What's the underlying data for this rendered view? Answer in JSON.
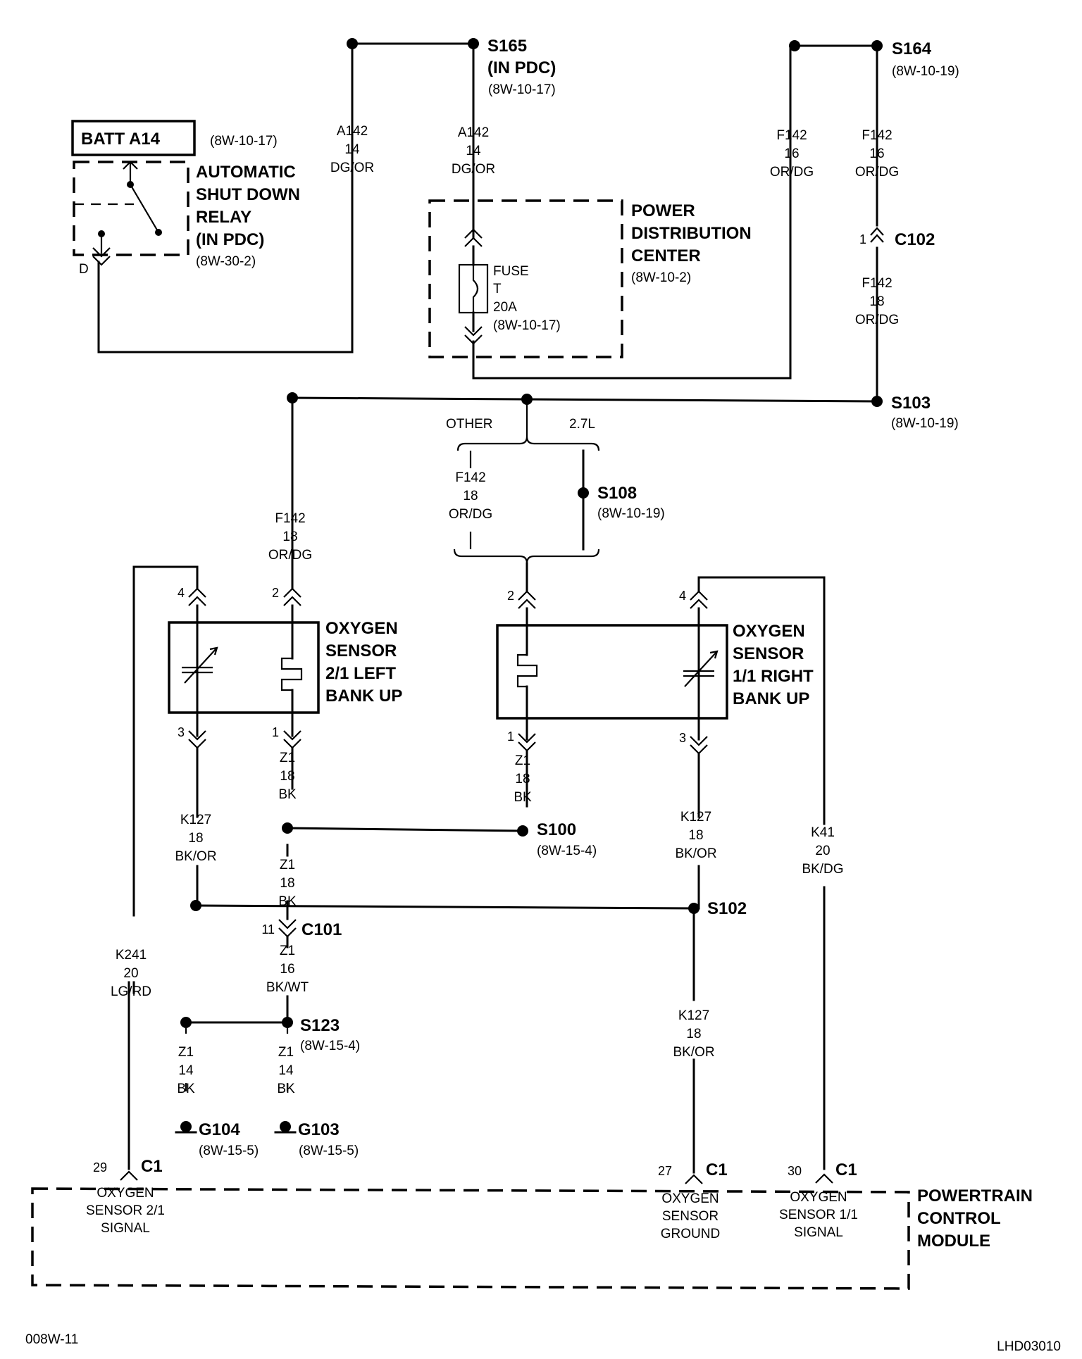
{
  "footer": {
    "left_code": "008W-11",
    "right_code": "LHD03010"
  },
  "splices": {
    "s165": {
      "label": "S165",
      "sub": "(IN PDC)",
      "ref": "(8W-10-17)"
    },
    "s164": {
      "label": "S164",
      "ref": "(8W-10-19)"
    },
    "s103": {
      "label": "S103",
      "ref": "(8W-10-19)"
    },
    "s108": {
      "label": "S108",
      "ref": "(8W-10-19)"
    },
    "s100": {
      "label": "S100",
      "ref": "(8W-15-4)"
    },
    "s102": {
      "label": "S102"
    },
    "s123": {
      "label": "S123",
      "ref": "(8W-15-4)"
    }
  },
  "grounds": {
    "g104": {
      "label": "G104",
      "ref": "(8W-15-5)"
    },
    "g103": {
      "label": "G103",
      "ref": "(8W-15-5)"
    }
  },
  "connectors": {
    "c102": {
      "label": "C102",
      "pin": "1"
    },
    "c101": {
      "label": "C101",
      "pin": "11"
    }
  },
  "components": {
    "batt": {
      "label": "BATT A14",
      "ref": "(8W-10-17)"
    },
    "asd_relay": {
      "lines": [
        "AUTOMATIC",
        "SHUT DOWN",
        "RELAY",
        "(IN PDC)"
      ],
      "ref": "(8W-30-2)",
      "pin": "D"
    },
    "pdc": {
      "lines": [
        "POWER",
        "DISTRIBUTION",
        "CENTER"
      ],
      "ref": "(8W-10-2)"
    },
    "fuse": {
      "lines": [
        "FUSE",
        "T",
        "20A",
        "(8W-10-17)"
      ]
    },
    "o2_left": {
      "lines": [
        "OXYGEN",
        "SENSOR",
        "2/1 LEFT",
        "BANK UP"
      ],
      "pins": [
        "4",
        "2",
        "3",
        "1"
      ]
    },
    "o2_right": {
      "lines": [
        "OXYGEN",
        "SENSOR",
        "1/1 RIGHT",
        "BANK UP"
      ],
      "pins": [
        "2",
        "4",
        "1",
        "3"
      ]
    },
    "pcm": {
      "lines": [
        "POWERTRAIN",
        "CONTROL",
        "MODULE"
      ],
      "pins": [
        {
          "num": "29",
          "conn": "C1",
          "lines": [
            "OXYGEN",
            "SENSOR 2/1",
            "SIGNAL"
          ]
        },
        {
          "num": "27",
          "conn": "C1",
          "lines": [
            "OXYGEN",
            "SENSOR",
            "GROUND"
          ]
        },
        {
          "num": "30",
          "conn": "C1",
          "lines": [
            "OXYGEN",
            "SENSOR 1/1",
            "SIGNAL"
          ]
        }
      ]
    }
  },
  "options": {
    "other": "OTHER",
    "l27": "2.7L"
  },
  "wires": {
    "a142_left": [
      "A142",
      "14",
      "DG/OR"
    ],
    "a142_mid": [
      "A142",
      "14",
      "DG/OR"
    ],
    "f142_a": [
      "F142",
      "16",
      "OR/DG"
    ],
    "f142_b": [
      "F142",
      "16",
      "OR/DG"
    ],
    "f142_c": [
      "F142",
      "18",
      "OR/DG"
    ],
    "f142_left": [
      "F142",
      "18",
      "OR/DG"
    ],
    "f142_other": [
      "F142",
      "18",
      "OR/DG"
    ],
    "z1_left_up": [
      "Z1",
      "18",
      "BK"
    ],
    "z1_right_up": [
      "Z1",
      "18",
      "BK"
    ],
    "k127_left": [
      "K127",
      "18",
      "BK/OR"
    ],
    "k127_right_up": [
      "K127",
      "18",
      "BK/OR"
    ],
    "k41": [
      "K41",
      "20",
      "BK/DG"
    ],
    "z1_mid": [
      "Z1",
      "18",
      "BK"
    ],
    "z1_c101": [
      "Z1",
      "16",
      "BK/WT"
    ],
    "k241": [
      "K241",
      "20",
      "LG/RD"
    ],
    "z1_g104": [
      "Z1",
      "14",
      "BK"
    ],
    "z1_g103": [
      "Z1",
      "14",
      "BK"
    ],
    "k127_right_down": [
      "K127",
      "18",
      "BK/OR"
    ]
  }
}
